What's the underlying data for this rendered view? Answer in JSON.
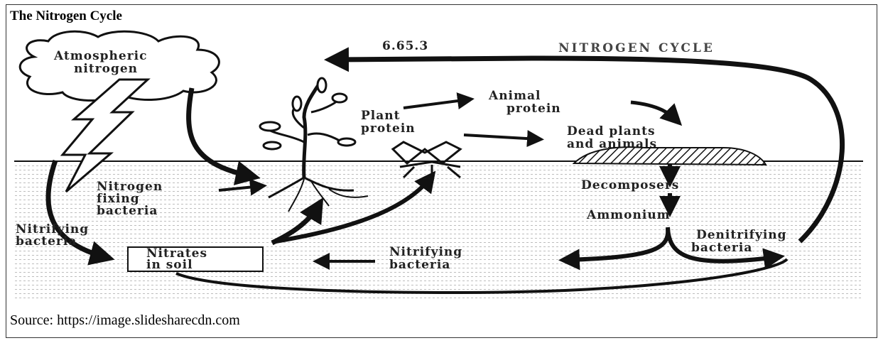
{
  "heading": "The Nitrogen Cycle",
  "source": "Source: https://image.slidesharecdn.com",
  "diagram": {
    "code": "6.65.3",
    "title": "NITROGEN CYCLE",
    "atmos_line1": "Atmospheric",
    "atmos_line2": "nitrogen",
    "plant_line1": "Plant",
    "plant_line2": "protein",
    "animal_line1": "Animal",
    "animal_line2": "protein",
    "dead_line1": "Dead plants",
    "dead_line2": "and animals",
    "fixing_line1": "Nitrogen",
    "fixing_line2": "fixing",
    "fixing_line3": "bacteria",
    "nitrif_left_line1": "Nitrifying",
    "nitrif_left_line2": "bacteria",
    "decomposers": "Decomposers",
    "ammonium": "Ammonium",
    "denit_line1": "Denitrifying",
    "denit_line2": "bacteria",
    "nitrates_line1": "Nitrates",
    "nitrates_line2": "in soil",
    "nitrif_bottom_line1": "Nitrifying",
    "nitrif_bottom_line2": "bacteria"
  }
}
